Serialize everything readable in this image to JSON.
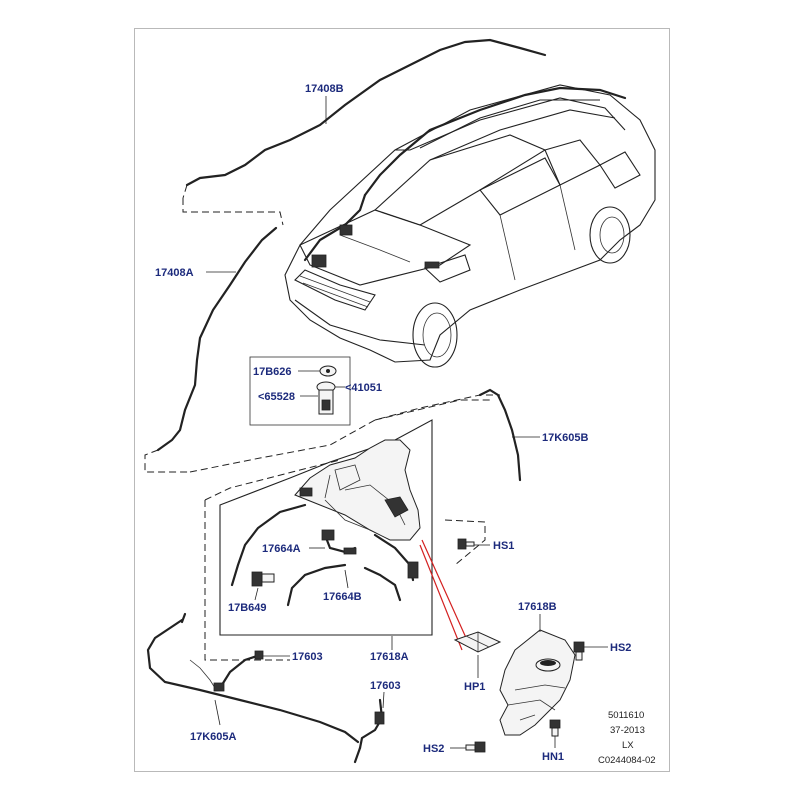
{
  "callouts": {
    "c_17408B": "17408B",
    "c_17408A": "17408A",
    "c_17B626": "17B626",
    "c_65528": "<65528",
    "c_41051": "<41051",
    "c_17K605B": "17K605B",
    "c_HS1": "HS1",
    "c_17664A": "17664A",
    "c_17B649": "17B649",
    "c_17664B": "17664B",
    "c_17603a": "17603",
    "c_17618A": "17618A",
    "c_17603b": "17603",
    "c_17K605A": "17K605A",
    "c_17618B": "17618B",
    "c_HS2a": "HS2",
    "c_HP1": "HP1",
    "c_HS2b": "HS2",
    "c_HN1": "HN1"
  },
  "reference": {
    "line1": "5011610",
    "line2": "37-2013",
    "line3": "LX",
    "line4": "C0244084-02"
  },
  "colors": {
    "callout_text": "#1c2a7c",
    "leader_red": "#d42020",
    "frame_border": "#b9b9b9"
  }
}
